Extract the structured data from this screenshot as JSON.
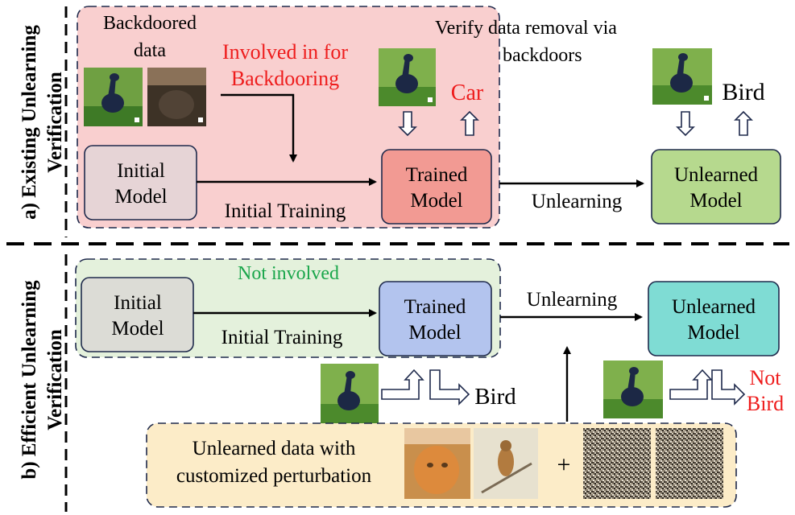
{
  "section_a": {
    "label_line1": "a) Existing Unlearning",
    "label_line2": "Verification",
    "backdoored_data_line1": "Backdoored",
    "backdoored_data_line2": "data",
    "involved_line1": "Involved in for",
    "involved_line2": "Backdooring",
    "verify_line1": "Verify data removal via",
    "verify_line2": "backdoors",
    "initial_model_line1": "Initial",
    "initial_model_line2": "Model",
    "initial_training": "Initial Training",
    "trained_model_line1": "Trained",
    "trained_model_line2": "Model",
    "unlearning": "Unlearning",
    "unlearned_model_line1": "Unlearned",
    "unlearned_model_line2": "Model",
    "car_label": "Car",
    "bird_label": "Bird"
  },
  "section_b": {
    "label_line1": "b) Efficient Unlearning",
    "label_line2": "Verification",
    "not_involved": "Not involved",
    "initial_model_line1": "Initial",
    "initial_model_line2": "Model",
    "initial_training": "Initial Training",
    "trained_model_line1": "Trained",
    "trained_model_line2": "Model",
    "unlearning": "Unlearning",
    "unlearned_model_line1": "Unlearned",
    "unlearned_model_line2": "Model",
    "bird_label": "Bird",
    "not_bird_line1": "Not",
    "not_bird_line2": "Bird",
    "perturb_line1": "Unlearned data with",
    "perturb_line2": "customized perturbation",
    "plus": "+"
  },
  "colors": {
    "pink_region": "#f9cfcf",
    "green_region": "#e4f1dc",
    "yellow_region": "#fcecc8",
    "initial_a": "#e6d4d6",
    "trained_a": "#f29a93",
    "unlearned_a": "#b6d98e",
    "initial_b": "#dcdcd6",
    "trained_b": "#b3c4ee",
    "unlearned_b": "#7fdcd4",
    "red_text": "#ee1c1c",
    "green_text": "#1aa64b"
  }
}
